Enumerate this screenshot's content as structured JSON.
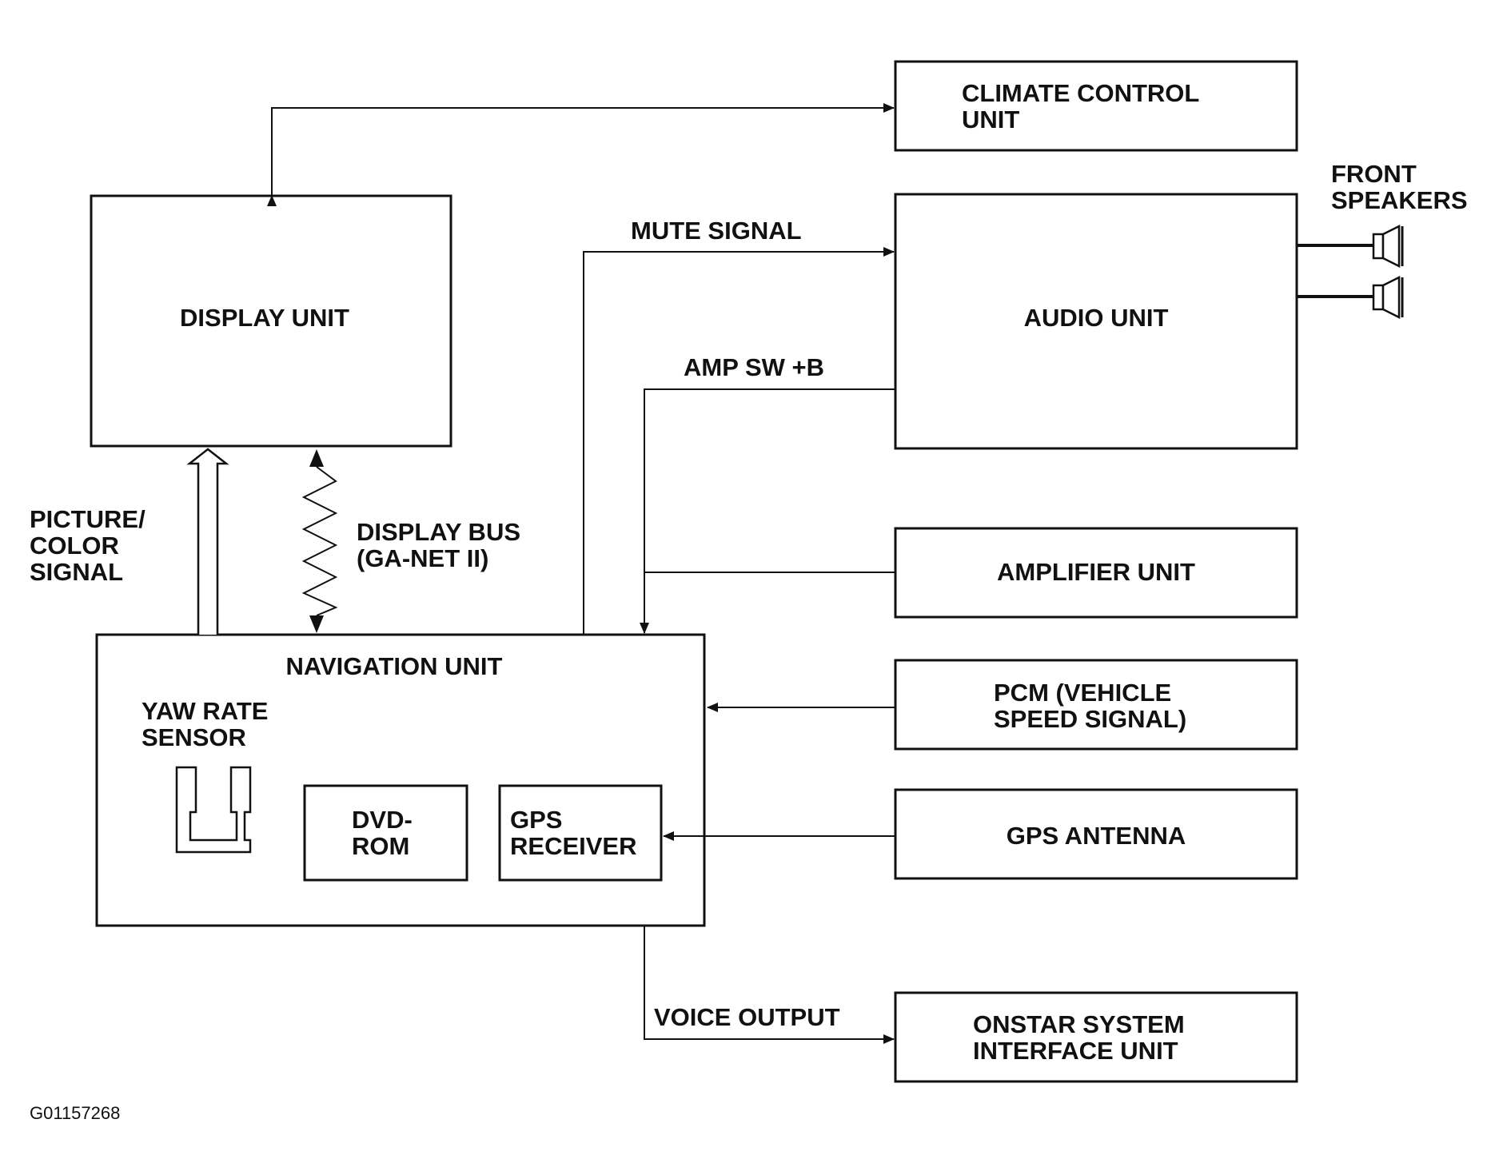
{
  "units": {
    "climate": [
      "CLIMATE CONTROL",
      "UNIT"
    ],
    "display": [
      "DISPLAY UNIT"
    ],
    "audio": [
      "AUDIO UNIT"
    ],
    "amplifier": [
      "AMPLIFIER UNIT"
    ],
    "pcm": [
      "PCM (VEHICLE",
      "SPEED SIGNAL)"
    ],
    "gps_antenna": [
      "GPS ANTENNA"
    ],
    "navigation": [
      "NAVIGATION UNIT"
    ],
    "dvd_rom": [
      "DVD-",
      "ROM"
    ],
    "gps_receiver": [
      "GPS",
      "RECEIVER"
    ],
    "onstar": [
      "ONSTAR SYSTEM",
      "INTERFACE UNIT"
    ]
  },
  "labels": {
    "front_speakers": [
      "FRONT",
      "SPEAKERS"
    ],
    "mute_signal": [
      "MUTE SIGNAL"
    ],
    "amp_sw": [
      "AMP SW +B"
    ],
    "picture_color": [
      "PICTURE/",
      "COLOR",
      "SIGNAL"
    ],
    "display_bus": [
      "DISPLAY BUS",
      "(GA-NET II)"
    ],
    "yaw_rate": [
      "YAW RATE",
      "SENSOR"
    ],
    "voice_output": [
      "VOICE OUTPUT"
    ]
  },
  "figure_code": "G01157268"
}
